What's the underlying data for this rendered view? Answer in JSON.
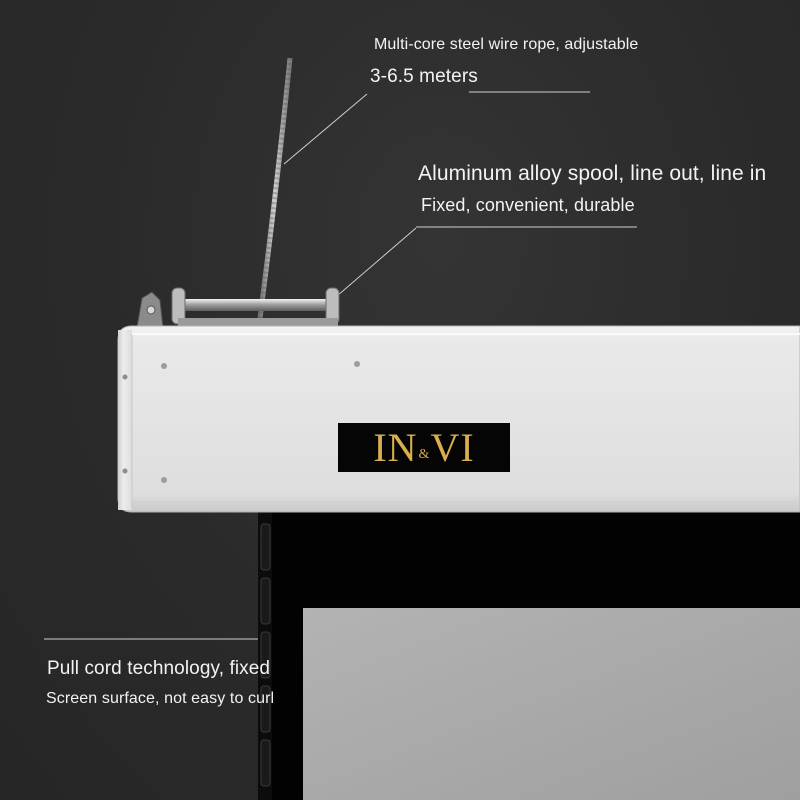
{
  "callouts": {
    "rope": {
      "line1": "Multi-core steel wire rope, adjustable",
      "line2": "3-6.5 meters"
    },
    "spool": {
      "line1": "Aluminum alloy spool, line out, line in",
      "line2": "Fixed, convenient, durable"
    },
    "cord": {
      "line1": "Pull cord technology, fixed",
      "line2": "Screen surface, not easy to curl"
    }
  },
  "logo": {
    "left": "IN",
    "amp": "&",
    "right": "VI"
  },
  "colors": {
    "background": "#2a2a2a",
    "housing": "#e6e6e6",
    "screen_border": "#000000",
    "screen_surface": "#a8a8a8",
    "logo_gold": "#d9ae4c"
  }
}
